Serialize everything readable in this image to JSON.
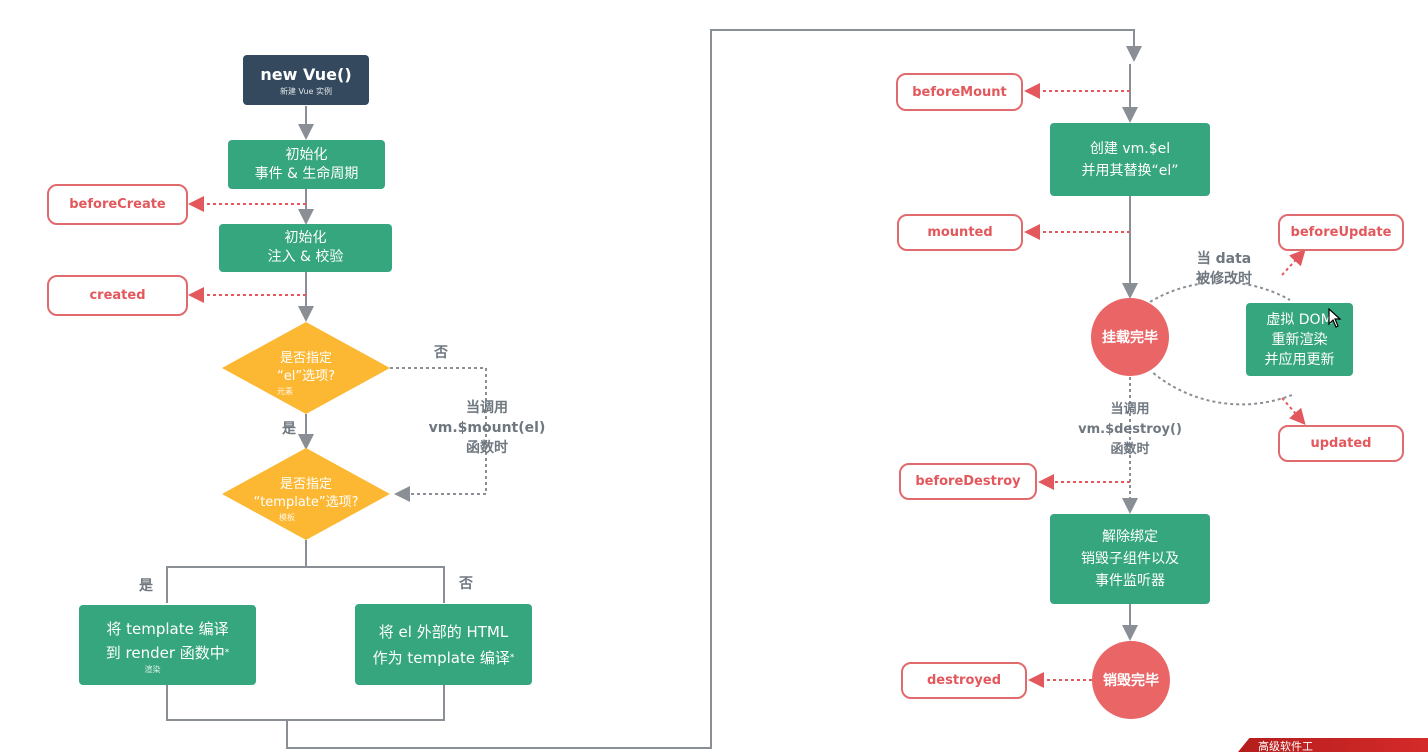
{
  "start": {
    "title": "new Vue()",
    "subtitle": "新建 Vue 实例"
  },
  "left": {
    "init_events": [
      "初始化",
      "事件 & 生命周期"
    ],
    "init_inject": [
      "初始化",
      "注入 & 校验"
    ],
    "decision_el": {
      "line1": "是否指定",
      "line2": "“el”选项?",
      "note": "元素"
    },
    "decision_template": {
      "line1": "是否指定",
      "line2": "“template”选项?",
      "note": "模板"
    },
    "yes": "是",
    "no": "否",
    "mount_note": [
      "当调用",
      "vm.$mount(el)",
      "函数时"
    ],
    "compile_template": {
      "line1": "将 template 编译",
      "line2": "到 render 函数中",
      "note": "渲染",
      "mark": "*"
    },
    "compile_html": {
      "line1": "将 el 外部的 HTML",
      "line2": "作为 template 编译",
      "mark": "*"
    }
  },
  "hooks": {
    "beforeCreate": "beforeCreate",
    "created": "created",
    "beforeMount": "beforeMount",
    "mounted": "mounted",
    "beforeUpdate": "beforeUpdate",
    "updated": "updated",
    "beforeDestroy": "beforeDestroy",
    "destroyed": "destroyed"
  },
  "right": {
    "create_el": [
      "创建 vm.$el",
      "并用其替换“el”"
    ],
    "mounted_state": "挂载完毕",
    "data_change": [
      "当 data",
      "被修改时"
    ],
    "virtual_dom": [
      "虚拟 DOM",
      "重新渲染",
      "并应用更新"
    ],
    "destroy_note": [
      "当调用",
      "vm.$destroy()",
      "函数时"
    ],
    "teardown": [
      "解除绑定",
      "销毁子组件以及",
      "事件监听器"
    ],
    "destroyed_state": "销毁完毕"
  },
  "colors": {
    "green": "#35a67e",
    "dark": "#34495e",
    "orange": "#fdb833",
    "hook_red": "#e2585c",
    "circle_red": "#e96566",
    "line": "#8a8f95"
  },
  "corner_text": "高级软件工"
}
